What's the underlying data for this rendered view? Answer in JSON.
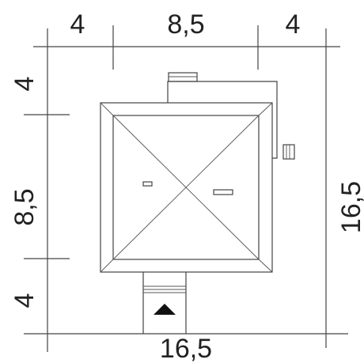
{
  "dimensions": {
    "top": [
      "4",
      "8,5",
      "4"
    ],
    "left": [
      "4",
      "8,5",
      "4"
    ],
    "bottom_total": "16,5",
    "right_total": "16,5"
  },
  "colors": {
    "roof_fill": "#e6e6e6",
    "line": "#444444",
    "background": "#ffffff"
  },
  "icons": {
    "entrance_marker": "entrance-arrow-icon"
  }
}
